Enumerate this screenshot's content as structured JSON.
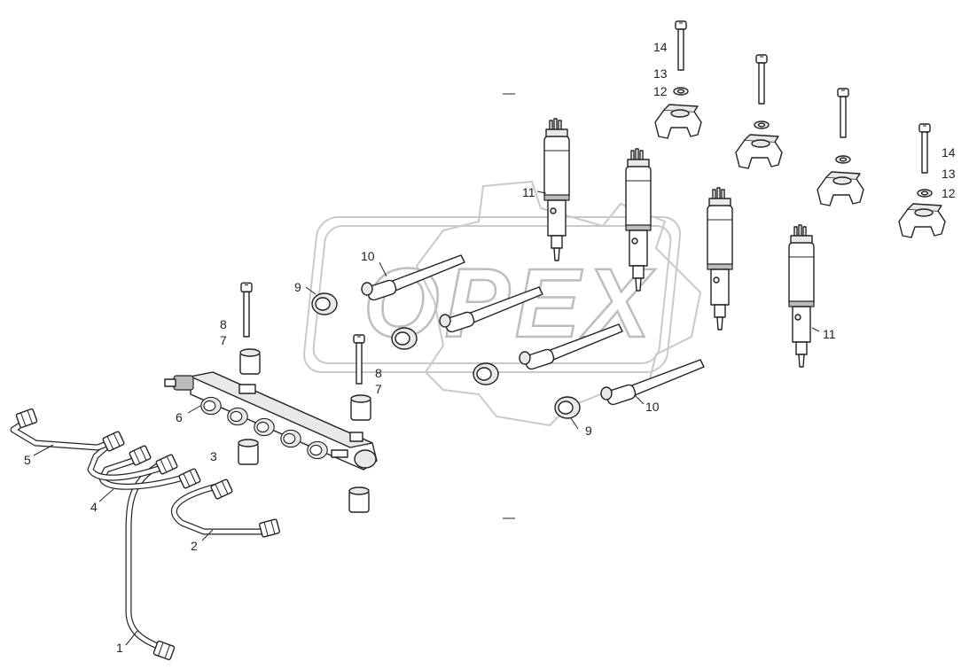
{
  "watermark": {
    "text": "OPEX"
  },
  "labels": {
    "l1": "1",
    "l2": "2",
    "l3": "3",
    "l4": "4",
    "l5": "5",
    "l6": "6",
    "l7a": "7",
    "l7b": "7",
    "l8a": "8",
    "l8b": "8",
    "l9a": "9",
    "l9b": "9",
    "l10a": "10",
    "l10b": "10",
    "l11a": "11",
    "l11b": "11",
    "l12a": "12",
    "l12b": "12",
    "l13a": "13",
    "l13b": "13",
    "l14a": "14",
    "l14b": "14"
  }
}
